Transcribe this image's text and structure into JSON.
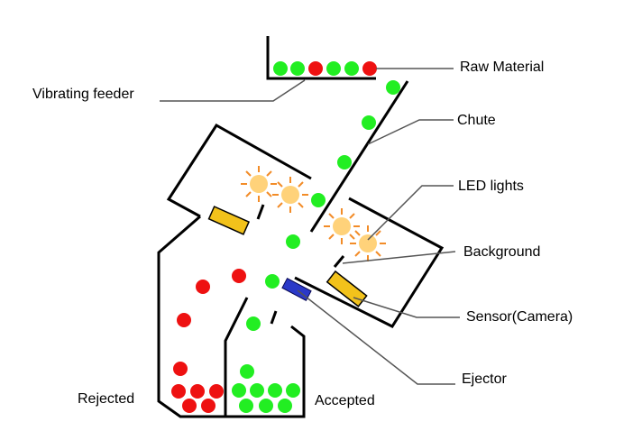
{
  "diagram": {
    "labels": {
      "raw_material": "Raw Material",
      "vibrating_feeder": "Vibrating feeder",
      "chute": "Chute",
      "led_lights": "LED lights",
      "background": "Background",
      "sensor": "Sensor(Camera)",
      "ejector": "Ejector",
      "rejected": "Rejected",
      "accepted": "Accepted"
    },
    "colors": {
      "accepted_particle": "#22ee22",
      "rejected_particle": "#ee1111",
      "led_glow": "#ffd27a",
      "led_rays": "#f28c28",
      "sensor_body": "#f2c21b",
      "camera": "#2b39c8",
      "structure": "#000000",
      "leader_line": "#555555"
    }
  }
}
